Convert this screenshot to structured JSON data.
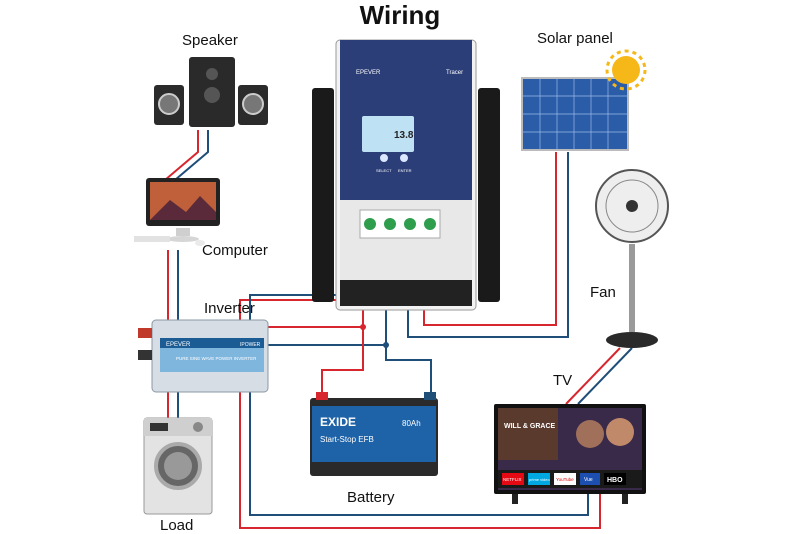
{
  "title": "Wiring",
  "labels": {
    "speaker": "Speaker",
    "computer": "Computer",
    "inverter": "Inverter",
    "load": "Load",
    "battery": "Battery",
    "solar_panel": "Solar panel",
    "fan": "Fan",
    "tv": "TV"
  },
  "controller": {
    "brand": "EPEVER",
    "model": "Tracer",
    "display": "13.8",
    "buttons": [
      "SELECT",
      "ENTER"
    ]
  },
  "inverter_device": {
    "brand": "EPEVER",
    "model": "IPOWER",
    "text": "PURE SINE WAVE POWER INVERTER"
  },
  "battery_device": {
    "brand": "EXIDE",
    "model": "Start-Stop EFB",
    "capacity": "80Ah"
  },
  "tv_device": {
    "show": "WILL & GRACE",
    "apps": [
      "NETFLIX",
      "prime video",
      "YouTube",
      "Vue",
      "HBO"
    ]
  },
  "colors": {
    "positive": "#d7262e",
    "negative": "#1f4e79"
  }
}
